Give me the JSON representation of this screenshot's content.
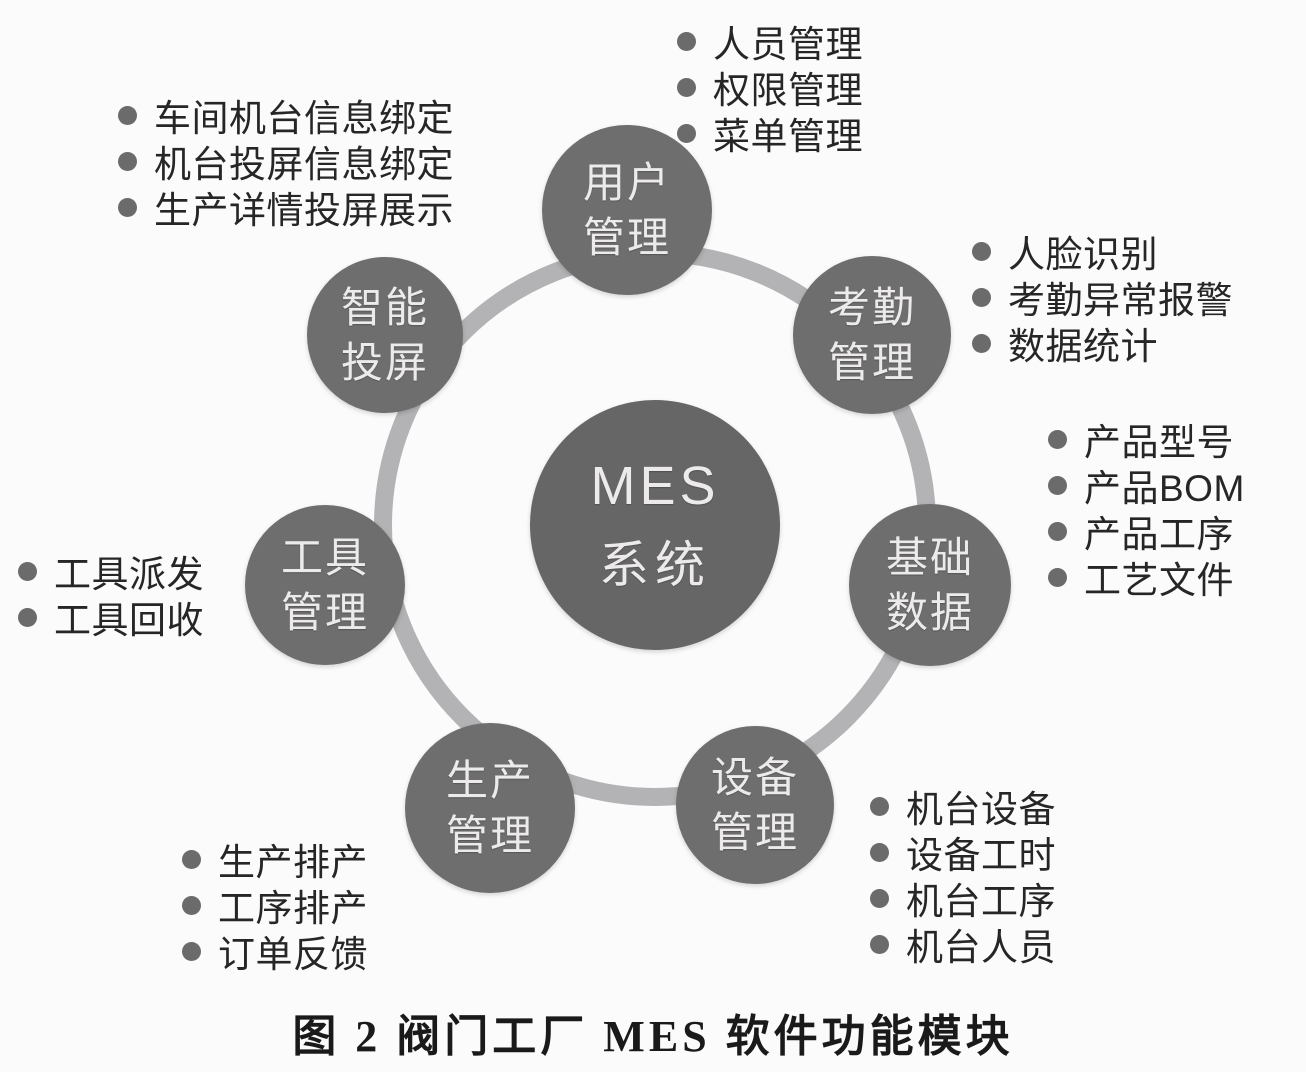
{
  "figure": {
    "caption": "图 2  阀门工厂 MES 软件功能模块",
    "center": {
      "line1": "MES",
      "line2": "系统"
    },
    "ring_color": "#b3b3b6",
    "node_color": "#6e6e6e",
    "node_text_color": "#eceaea",
    "bullet_color": "#6b6b6b",
    "background": "#fbfbfb"
  },
  "modules": [
    {
      "id": "user-management",
      "line1": "用户",
      "line2": "管理",
      "items": [
        "人员管理",
        "权限管理",
        "菜单管理"
      ]
    },
    {
      "id": "attendance-management",
      "line1": "考勤",
      "line2": "管理",
      "items": [
        "人脸识别",
        "考勤异常报警",
        "数据统计"
      ]
    },
    {
      "id": "basic-data",
      "line1": "基础",
      "line2": "数据",
      "items": [
        "产品型号",
        "产品BOM",
        "产品工序",
        "工艺文件"
      ]
    },
    {
      "id": "equipment-management",
      "line1": "设备",
      "line2": "管理",
      "items": [
        "机台设备",
        "设备工时",
        "机台工序",
        "机台人员"
      ]
    },
    {
      "id": "production-management",
      "line1": "生产",
      "line2": "管理",
      "items": [
        "生产排产",
        "工序排产",
        "订单反馈"
      ]
    },
    {
      "id": "tool-management",
      "line1": "工具",
      "line2": "管理",
      "items": [
        "工具派发",
        "工具回收"
      ]
    },
    {
      "id": "smart-screen",
      "line1": "智能",
      "line2": "投屏",
      "items": [
        "车间机台信息绑定",
        "机台投屏信息绑定",
        "生产详情投屏展示"
      ]
    }
  ]
}
